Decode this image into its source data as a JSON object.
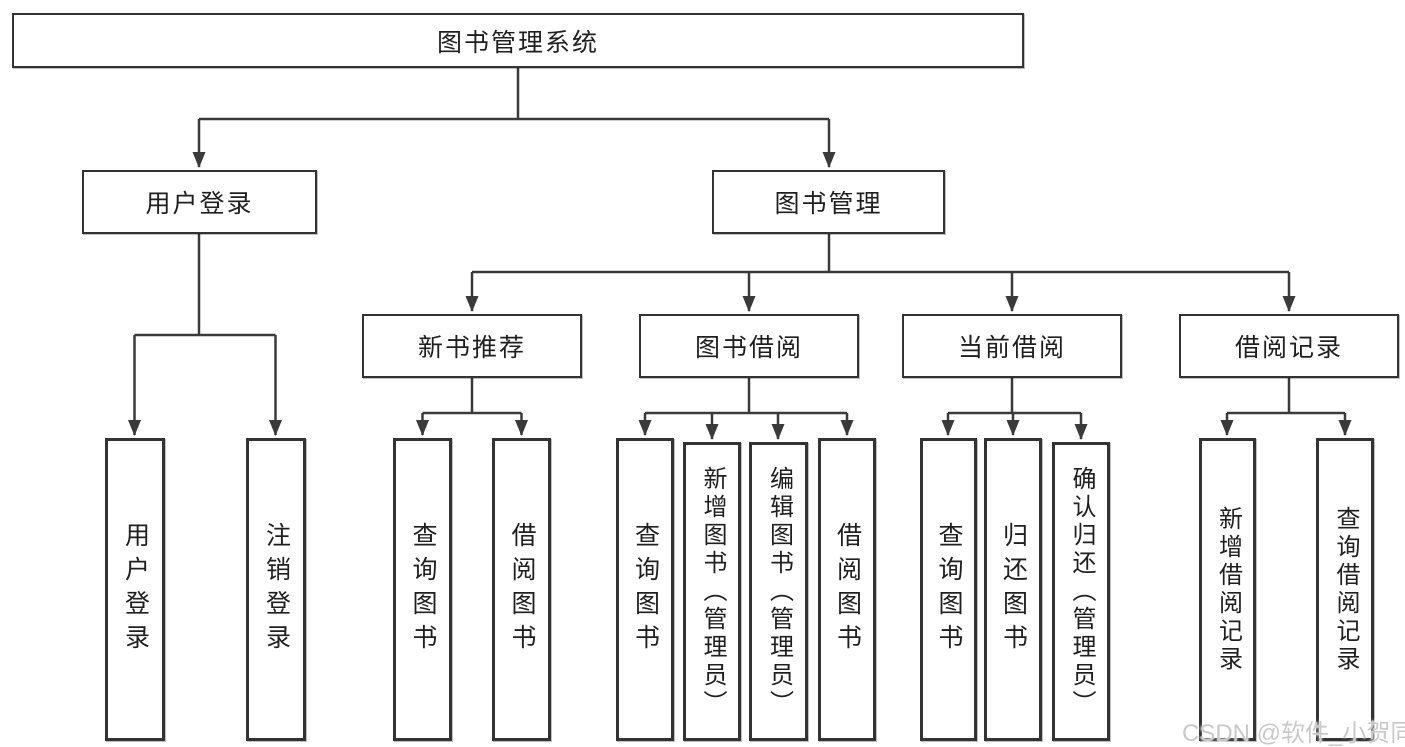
{
  "tree": {
    "root": {
      "label": "图书管理系统"
    },
    "level2": [
      {
        "label": "用户登录",
        "children": [
          {
            "label": "用户登录"
          },
          {
            "label": "注销登录"
          }
        ]
      },
      {
        "label": "图书管理",
        "children": [
          {
            "label": "新书推荐",
            "children": [
              {
                "label": "查询图书"
              },
              {
                "label": "借阅图书"
              }
            ]
          },
          {
            "label": "图书借阅",
            "children": [
              {
                "label": "查询图书"
              },
              {
                "label": "新增图书（管理员）"
              },
              {
                "label": "编辑图书（管理员）"
              },
              {
                "label": "借阅图书"
              }
            ]
          },
          {
            "label": "当前借阅",
            "children": [
              {
                "label": "查询图书"
              },
              {
                "label": "归还图书"
              },
              {
                "label": "确认归还（管理员）"
              }
            ]
          },
          {
            "label": "借阅记录",
            "children": [
              {
                "label": "新增借阅记录"
              },
              {
                "label": "查询借阅记录"
              }
            ]
          }
        ]
      }
    ]
  },
  "watermark": {
    "text": "CSDN @软件_小贺同学"
  },
  "colors": {
    "line": "#3a3a3a",
    "box_border": "#333333",
    "text": "#1f1f1f",
    "watermark": "#c9c9c9",
    "background": "#ffffff"
  }
}
